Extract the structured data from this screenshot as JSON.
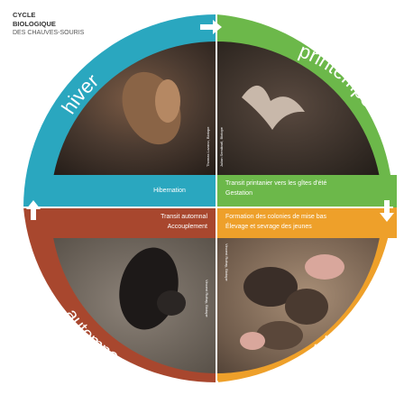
{
  "title": {
    "line1": "CYCLE",
    "line2": "BIOLOGIQUE",
    "line3": "DES CHAUVES-SOURIS"
  },
  "seasons": {
    "winter": {
      "name": "hiver",
      "color": "#2aa7bf"
    },
    "spring": {
      "name": "printemps",
      "color": "#6cb84a"
    },
    "summer": {
      "name": "été",
      "color": "#eea02a"
    },
    "autumn": {
      "name": "automne",
      "color": "#a8472e"
    }
  },
  "phases": {
    "winter": "Hibernation",
    "spring_line1": "Transit printanier vers les gîtes d'été",
    "spring_line2": "Gestation",
    "summer_line1": "Formation des colonies de mise bas",
    "summer_line2": "Élevage et sevrage des jeunes",
    "autumn_line1": "Transit automnal",
    "autumn_line2": "Accouplement"
  },
  "photos": {
    "winter": "bat-hibernating-photo",
    "spring": "bat-flying-photo",
    "summer": "bat-colony-photo",
    "autumn": "bat-hanging-photo"
  },
  "credits": {
    "winter": "Thomas Lozano, Biotope",
    "spring": "Julian Semikrafl, Biotope",
    "autumn": "Vincent Rufray, Biotope",
    "summer": "Vincent Rufray, Biotope"
  }
}
